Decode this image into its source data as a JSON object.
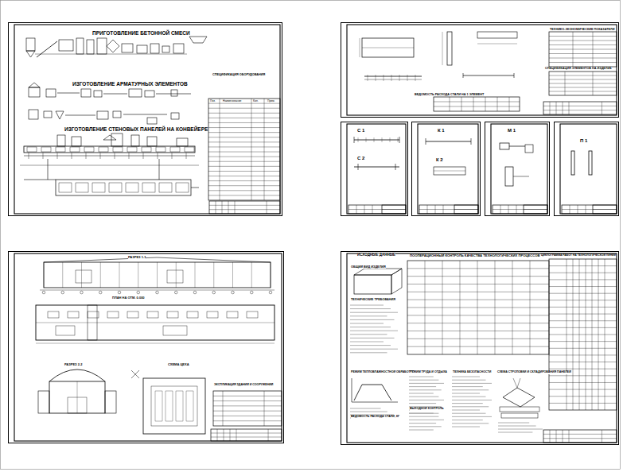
{
  "diagram": {
    "nodes": [
      {
        "text": [
          "ПРИГОТОВЛЕНИЕ БЕТОННОЙ СМЕСИ",
          "ИЗГОТОВЛЕНИЕ АРМАТУРНЫХ ЭЛЕМЕНТОВ",
          "ИЗГОТОВЛЕНИЕ СТЕНОВЫХ ПАНЕЛЕЙ НА КОНВЕЙЕРЕ",
          "СПЕЦИФИКАЦИЯ ОБОРУДОВАНИЯ"
        ]
      },
      {
        "text": [
          "ТЕХНИКО-ЭКОНОМИЧЕСКИЕ ПОКАЗАТЕЛИ",
          "СПЕЦИФИКАЦИЯ ЭЛЕМЕНТОВ НА ИЗДЕЛИЕ",
          "ВЕДОМОСТЬ РАСХОДА СТАЛИ НА 1 ЭЛЕМЕНТ"
        ]
      },
      {
        "text": [
          "С 1",
          "С 2"
        ]
      },
      {
        "text": [
          "К 1",
          "К 2"
        ]
      },
      {
        "text": [
          "М 1"
        ]
      },
      {
        "text": [
          "П 1"
        ]
      },
      {
        "text": [
          "РАЗРЕЗ 1-1",
          "ПЛАН НА ОТМ. 0.000",
          "РАЗРЕЗ 2-2",
          "СХЕМА ЦЕХА",
          "ЭКСПЛИКАЦИЯ ЗДАНИЙ И СООРУЖЕНИЙ"
        ]
      },
      {
        "text": [
          "ИСХОДНЫЕ ДАННЫЕ",
          "ОБЩИЙ ВИД ИЗДЕЛИЯ",
          "ТЕХНИЧЕСКИЕ ТРЕБОВАНИЯ",
          "ПООПЕРАЦИОННЫЙ КОНТРОЛЬ КАЧЕСТВА ТЕХНОЛОГИЧЕСКИХ ПРОЦЕССОВ",
          "ЦИКЛОГРАММА РАБОТ НА ТЕХНОЛОГИЧЕСКОЙ ЛИНИИ",
          "РЕЖИМ ТЕПЛОВЛАЖНОСТНОЙ ОБРАБОТКИ",
          "РЕЖИМ ТРУДА И ОТДЫХА",
          "ТЕХНИКА БЕЗОПАСНОСТИ",
          "СХЕМА СТРОПОВКИ И СКЛАДИРОВАНИЯ ПАНЕЛЕЙ",
          "ВЫХОДНОЙ КОНТРОЛЬ",
          "ВЕДОМОСТЬ РАСХОДА СТАЛИ, КГ"
        ]
      }
    ],
    "labels": [
      "Поз.",
      "Наименование",
      "Кол.",
      "Прим."
    ]
  }
}
